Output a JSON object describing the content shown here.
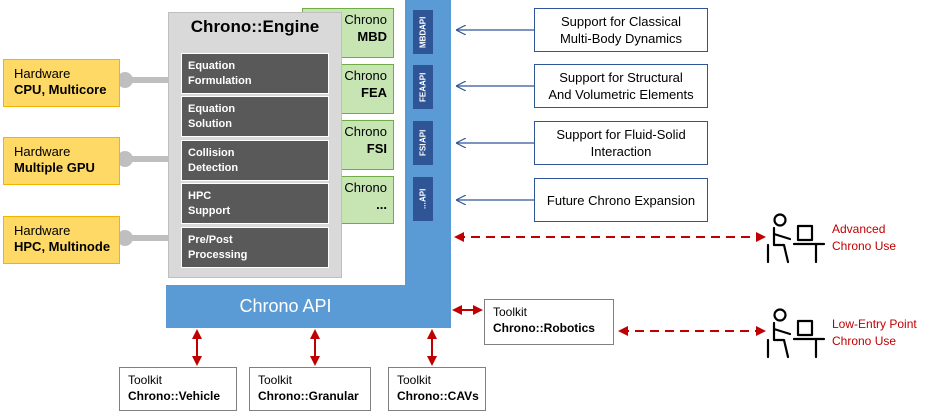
{
  "hardware": [
    {
      "line1": "Hardware",
      "line2": "CPU, Multicore"
    },
    {
      "line1": "Hardware",
      "line2": "Multiple GPU"
    },
    {
      "line1": "Hardware",
      "line2": "HPC, Multinode"
    }
  ],
  "engine": {
    "title": "Chrono::Engine",
    "items": [
      {
        "line1": "Equation",
        "line2": "Formulation"
      },
      {
        "line1": "Equation",
        "line2": "Solution"
      },
      {
        "line1": "Collision",
        "line2": "Detection"
      },
      {
        "line1": "HPC",
        "line2": "Support"
      },
      {
        "line1": "Pre/Post",
        "line2": "Processing"
      }
    ]
  },
  "modules": [
    {
      "line1": "Chrono",
      "line2": "MBD"
    },
    {
      "line1": "Chrono",
      "line2": "FEA"
    },
    {
      "line1": "Chrono",
      "line2": "FSI"
    },
    {
      "line1": "Chrono",
      "line2": "..."
    }
  ],
  "api": {
    "label": "Chrono API",
    "tabs": [
      {
        "line1": "MBD",
        "line2": "API"
      },
      {
        "line1": "FEA",
        "line2": "API"
      },
      {
        "line1": "FSI",
        "line2": "API"
      },
      {
        "line1": "...",
        "line2": "API"
      }
    ]
  },
  "support": [
    "Support for Classical\nMulti-Body Dynamics",
    "Support for Structural\nAnd Volumetric Elements",
    "Support for Fluid-Solid\nInteraction",
    "Future Chrono Expansion"
  ],
  "toolkits": {
    "robotics": {
      "line1": "Toolkit",
      "line2": "Chrono::Robotics"
    },
    "vehicle": {
      "line1": "Toolkit",
      "line2": "Chrono::Vehicle"
    },
    "granular": {
      "line1": "Toolkit",
      "line2": "Chrono::Granular"
    },
    "cavs": {
      "line1": "Toolkit",
      "line2": "Chrono::CAVs"
    }
  },
  "users": [
    {
      "line1": "Advanced",
      "line2": "Chrono Use"
    },
    {
      "line1": "Low-Entry Point",
      "line2": "Chrono Use"
    }
  ],
  "colors": {
    "hardware": "#ffd966",
    "module": "#c6e5b3",
    "engine_bg": "#d9d9d9",
    "engine_item": "#595959",
    "api_blue": "#5b9bd5",
    "api_tab": "#2f5597",
    "arrow_red": "#c00000"
  },
  "icons": [
    "user-at-desk-icon"
  ]
}
